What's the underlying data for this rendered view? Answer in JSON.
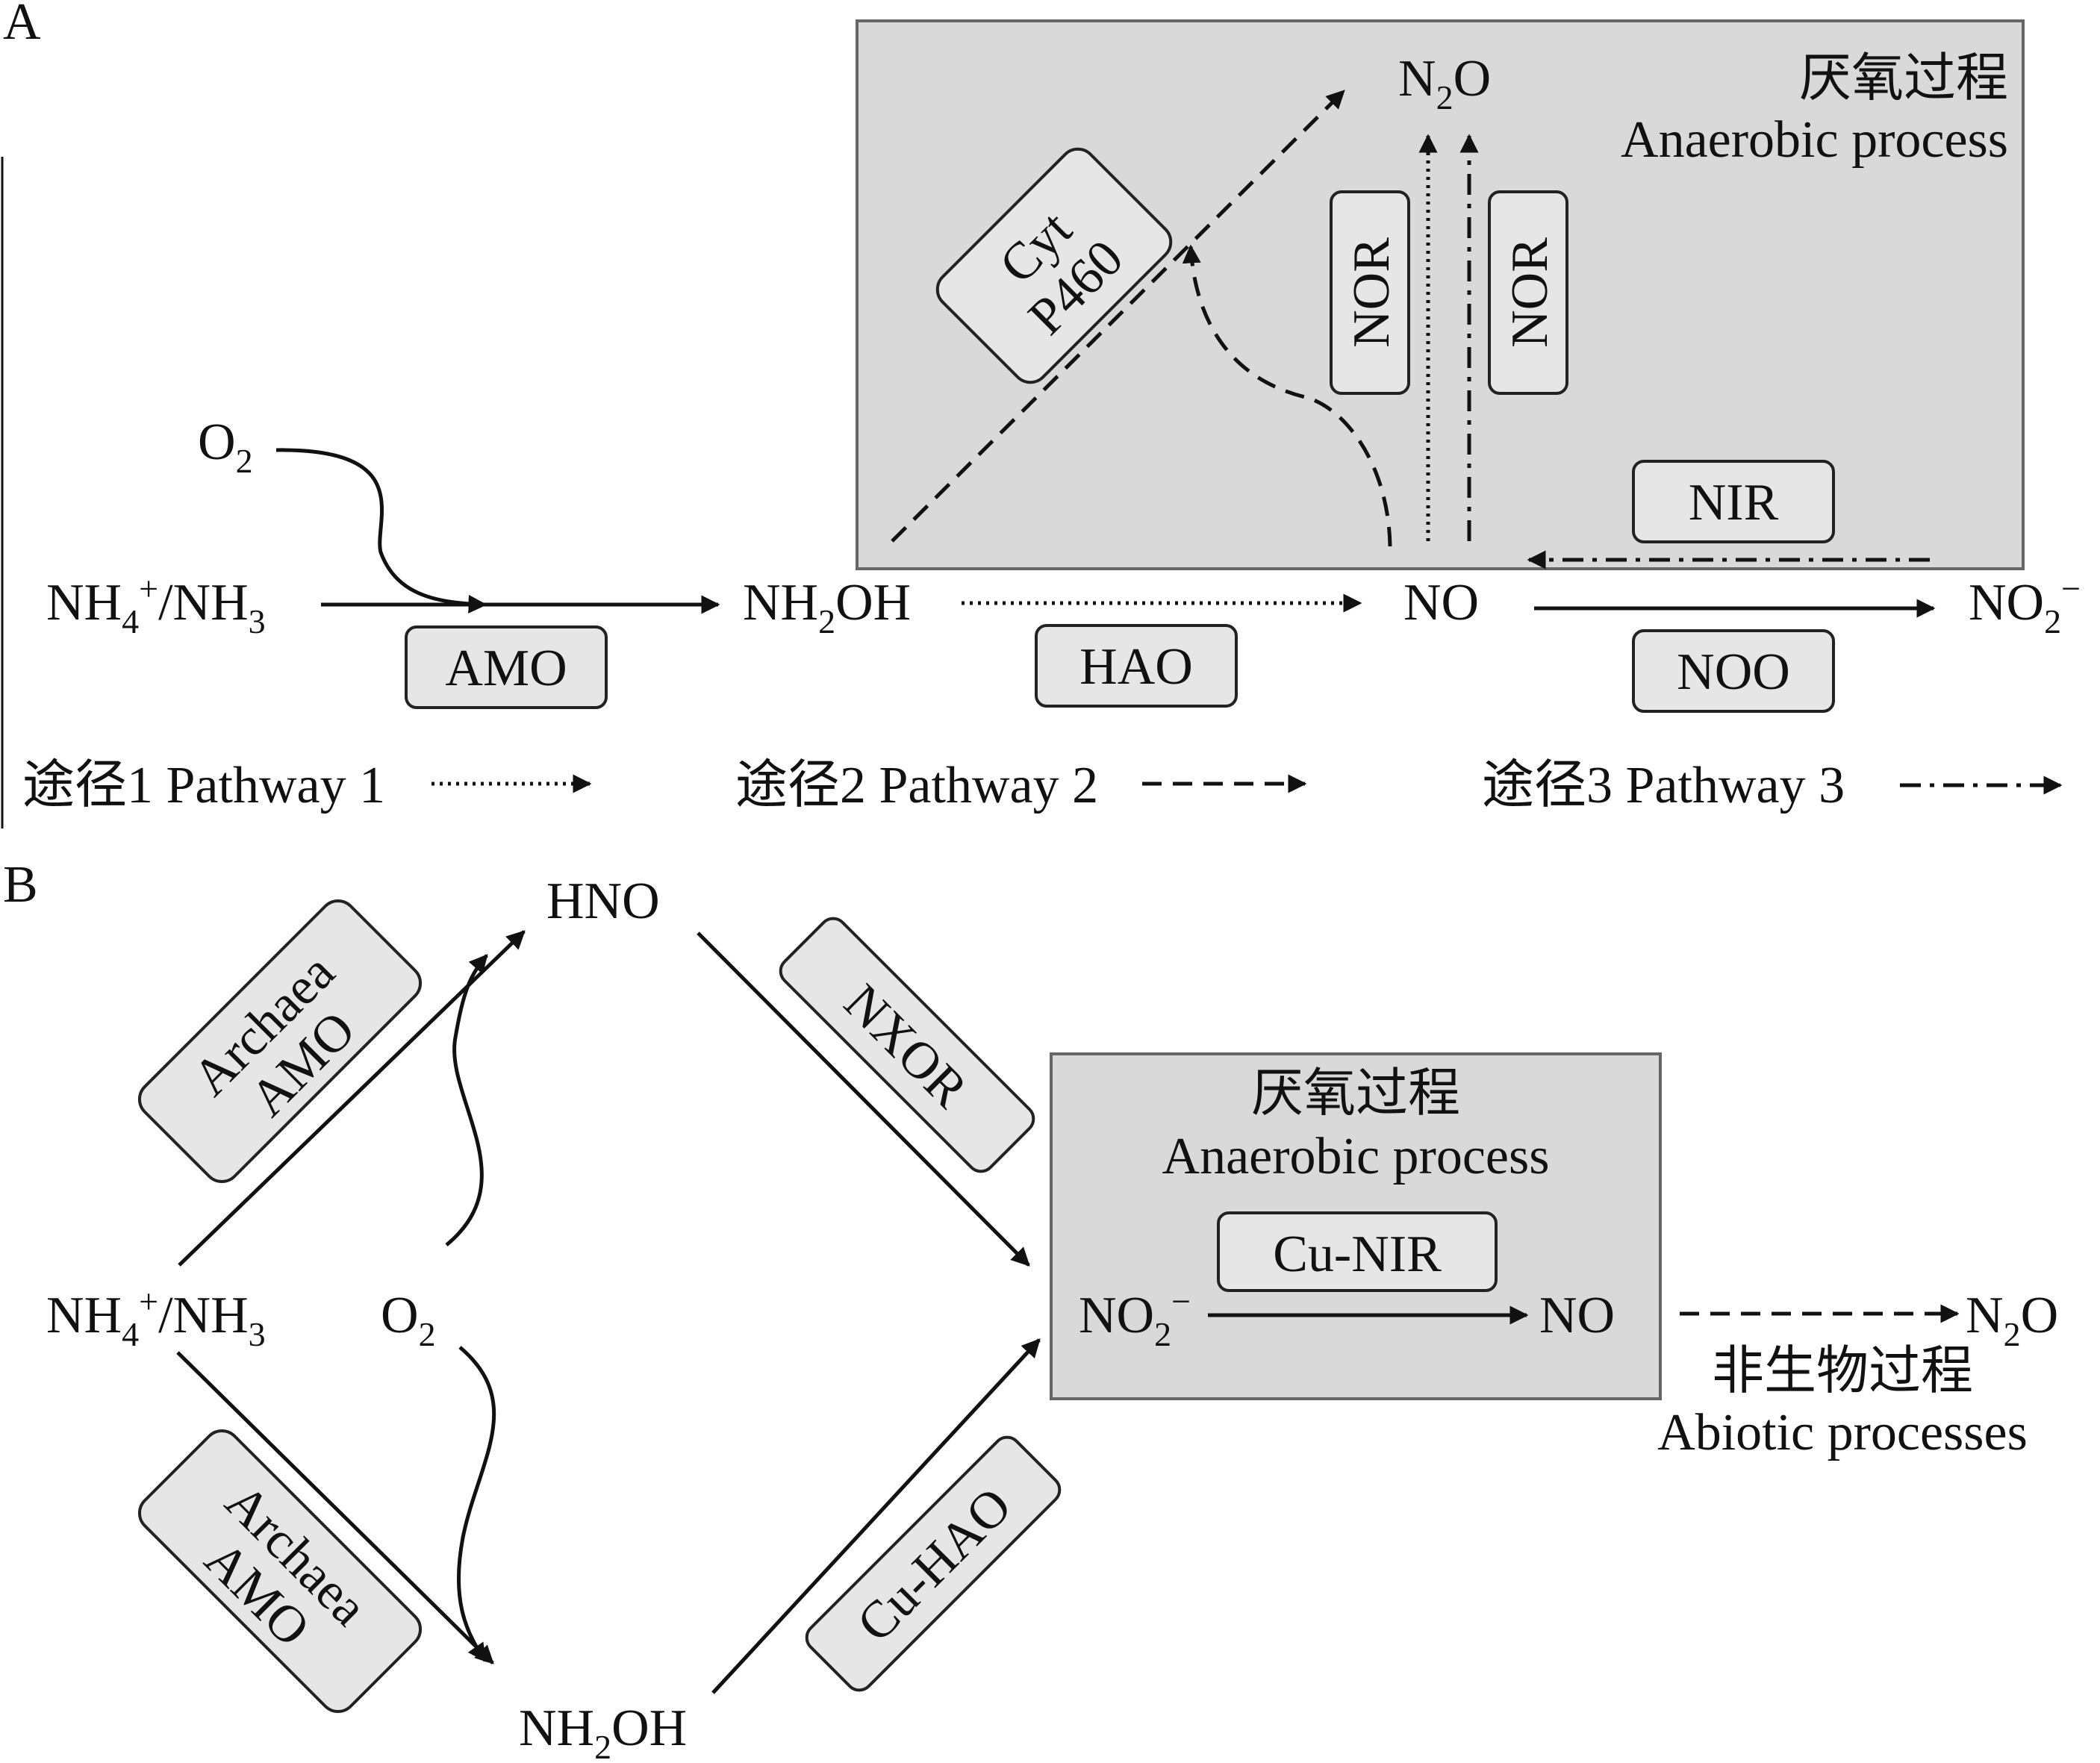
{
  "panel_a": {
    "label": "A",
    "anaerobic_cn": "厌氧过程",
    "anaerobic_en": "Anaerobic process",
    "species": {
      "o2_main": "O",
      "o2_sub": "2",
      "nh4_a": "NH",
      "nh4_sub": "4",
      "nh4_sup": "+",
      "nh4_b": "/NH",
      "nh4_sub2": "3",
      "nh2oh_a": "NH",
      "nh2oh_sub": "2",
      "nh2oh_b": "OH",
      "no": "NO",
      "no2_a": "NO",
      "no2_sub": "2",
      "no2_sup": "−",
      "n2o_a": "N",
      "n2o_sub": "2",
      "n2o_b": "O"
    },
    "enzymes": {
      "amo": "AMO",
      "hao": "HAO",
      "noo": "NOO",
      "nir": "NIR",
      "nor1": "NOR",
      "nor2": "NOR",
      "cyt_line1": "Cyt",
      "cyt_line2": "P460"
    },
    "legend": {
      "p1": "途径1 Pathway 1",
      "p2": "途径2 Pathway 2",
      "p3": "途径3 Pathway 3"
    }
  },
  "panel_b": {
    "label": "B",
    "anaerobic_cn": "厌氧过程",
    "anaerobic_en": "Anaerobic process",
    "abiotic_cn": "非生物过程",
    "abiotic_en": "Abiotic processes",
    "species": {
      "hno": "HNO",
      "nh4_a": "NH",
      "nh4_sub": "4",
      "nh4_sup": "+",
      "nh4_b": "/NH",
      "nh4_sub2": "3",
      "o2_main": "O",
      "o2_sub": "2",
      "nh2oh_a": "NH",
      "nh2oh_sub": "2",
      "nh2oh_b": "OH",
      "no2_a": "NO",
      "no2_sub": "2",
      "no2_sup": "−",
      "no": "NO",
      "n2o_a": "N",
      "n2o_sub": "2",
      "n2o_b": "O"
    },
    "enzymes": {
      "archaea_amo_top_l1": "Archaea",
      "archaea_amo_top_l2": "AMO",
      "archaea_amo_bot_l1": "Archaea",
      "archaea_amo_bot_l2": "AMO",
      "nxor": "NXOR",
      "cu_hao": "Cu-HAO",
      "cu_nir": "Cu-NIR"
    }
  }
}
